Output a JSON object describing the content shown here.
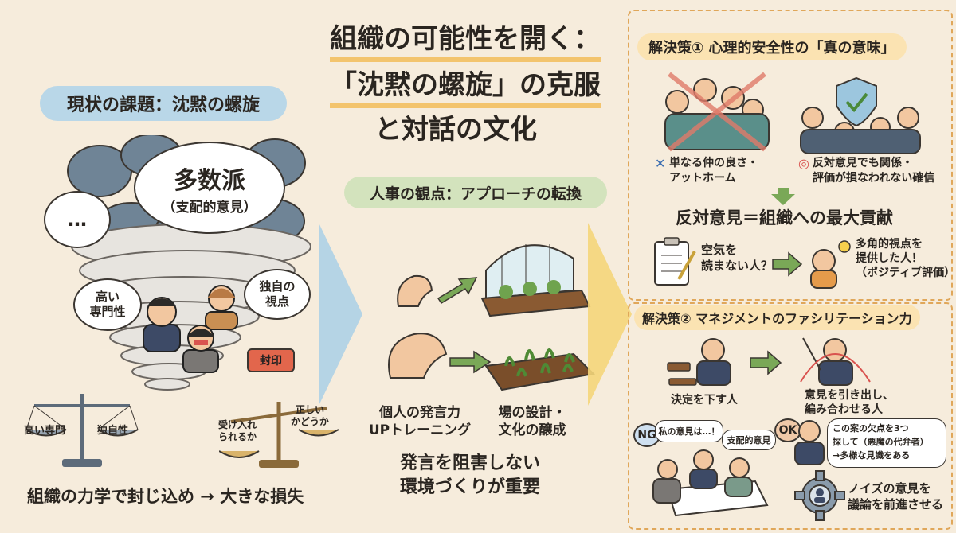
{
  "title": {
    "line1": "組織の可能性を開く：",
    "line2": "「沈黙の螺旋」の克服",
    "line3": "と対話の文化"
  },
  "left": {
    "header": "現状の課題：沈黙の螺旋",
    "majority_main": "多数派",
    "majority_sub": "（支配的意見）",
    "ellipsis": "…",
    "expertise": "高い\n専門性",
    "unique_view": "独自の\n視点",
    "sealed": "封印",
    "scale_left_a": "高い専門",
    "scale_left_b": "独自性",
    "scale_right_a": "受け入れ\nられるか",
    "scale_right_b": "正しい\nかどうか",
    "footer": "組織の力学で封じ込め → 大きな損失"
  },
  "middle": {
    "header": "人事の観点：アプローチの転換",
    "left_caption": "個人の発言力\nUPトレーニング",
    "right_caption": "場の設計・\n文化の醸成",
    "footer": "発言を阻害しない\n環境づくりが重要"
  },
  "solution1": {
    "header": "解決策① 心理的安全性の「真の意味」",
    "wrong_mark": "✕",
    "wrong_text": "単なる仲の良さ・\nアットホーム",
    "right_mark": "◎",
    "right_text": "反対意見でも関係・\n評価が損なわれない確信",
    "key_message": "反対意見＝組織への最大貢献",
    "before": "空気を\n読まない人？",
    "after": "多角的視点を\n提供した人！\n（ポジティブ評価）"
  },
  "solution2": {
    "header": "解決策② マネジメントのファシリテーション力",
    "decider": "決定を下す人",
    "facilitator": "意見を引き出し、\n編み合わせる人",
    "ng_label": "NG",
    "ng_bubble1": "私の意見は…！",
    "ng_bubble2": "支配的意見",
    "ok_label": "OK",
    "ok_bubble": "この案の欠点を3つ\n探して（悪魔の代弁者）\n→多様な見識をある",
    "ok_result": "ノイズの意見を\n議論を前進させる"
  },
  "colors": {
    "background": "#f6ecdc",
    "blue_pill": "#b9d7e8",
    "green_pill": "#d3e3bd",
    "panel_border": "#e0a75a",
    "panel_title": "#fbe3b2",
    "arrow_blue": "#a9d0e6",
    "arrow_yellow": "#f5d67a",
    "arrow_green": "#7aa857",
    "sealed_red": "#e2664c"
  }
}
